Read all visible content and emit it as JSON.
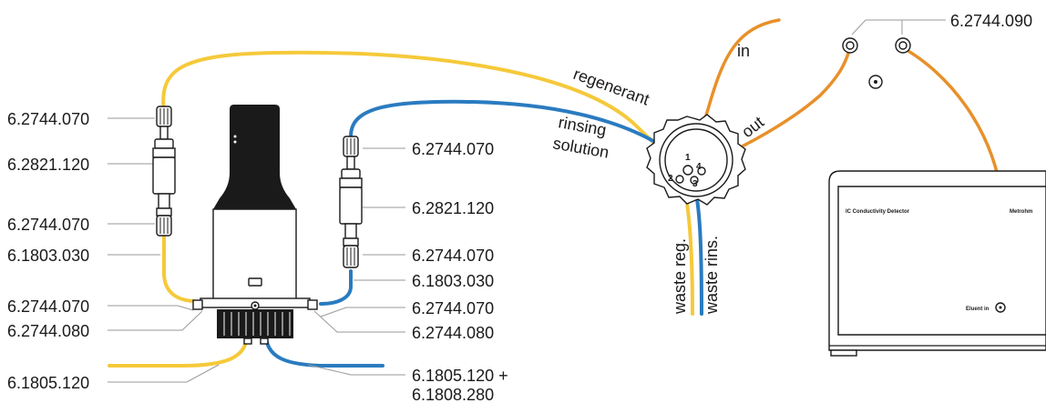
{
  "labels": {
    "left_1": "6.2744.070",
    "left_2": "6.2821.120",
    "left_3": "6.2744.070",
    "left_4": "6.1803.030",
    "left_5": "6.2744.070",
    "left_6": "6.2744.080",
    "left_7": "6.1805.120",
    "mid_1": "6.2744.070",
    "mid_2": "6.2821.120",
    "mid_3": "6.2744.070",
    "mid_4": "6.1803.030",
    "mid_5": "6.2744.070",
    "mid_6": "6.2744.080",
    "mid_7a": "6.1805.120 +",
    "mid_7b": "6.1808.280",
    "top_right": "6.2744.090"
  },
  "tube_labels": {
    "regenerant": "regenerant",
    "rinsing": "rinsing",
    "solution": "solution",
    "in": "in",
    "out": "out",
    "waste_reg": "waste reg.",
    "waste_rins": "waste rins."
  },
  "valve_ports": {
    "p1": "1",
    "p2": "2",
    "p3": "3",
    "p4": "4"
  },
  "detector": {
    "name": "IC Conductivity Detector",
    "brand": "Metrohm",
    "eluent_in": "Eluent in"
  },
  "colors": {
    "regenerant": "#f5c93a",
    "rinsing": "#2a7bc0",
    "sample": "#e8902a"
  }
}
